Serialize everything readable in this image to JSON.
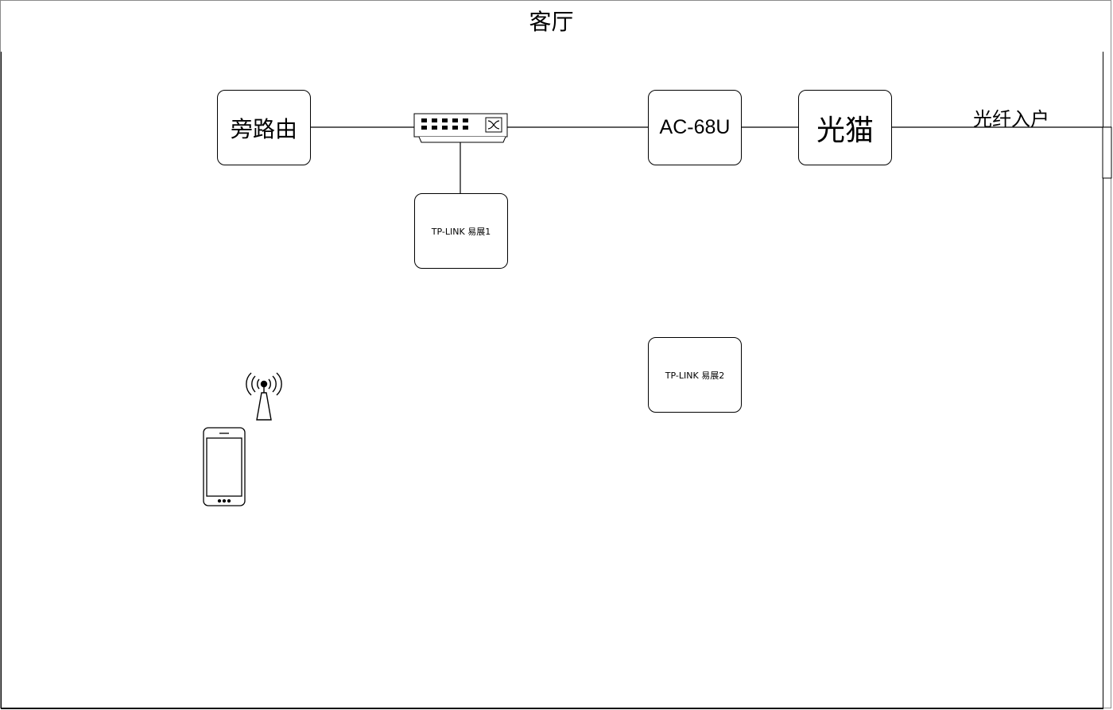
{
  "diagram": {
    "room_title": "客厅",
    "nodes": {
      "bypass_router": "旁路由",
      "main_router": "AC-68U",
      "optical_modem": "光猫",
      "extender_1": "TP-LINK 易展1",
      "extender_2": "TP-LINK 易展2"
    },
    "fiber_label": "光纤入户",
    "icons": {
      "switch": "network-switch-icon",
      "antenna": "wifi-antenna-icon",
      "phone": "smartphone-icon"
    },
    "connections": [
      [
        "旁路由",
        "switch"
      ],
      [
        "switch",
        "AC-68U"
      ],
      [
        "AC-68U",
        "光猫"
      ],
      [
        "光猫",
        "光纤入户"
      ],
      [
        "switch",
        "TP-LINK 易展1"
      ]
    ]
  }
}
